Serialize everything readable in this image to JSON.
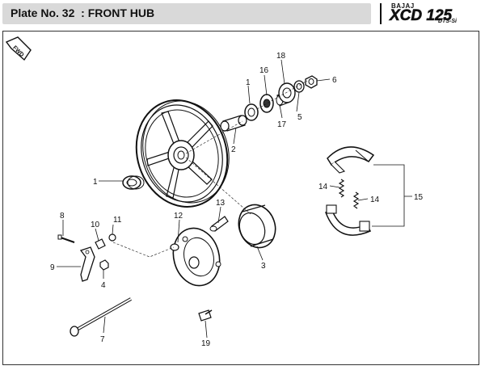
{
  "header": {
    "plate_title": "Plate No. 32  : FRONT HUB",
    "brand_maker": "BAJAJ",
    "brand_model": "XCD 125",
    "brand_sub": "DTS-Si"
  },
  "fwd_badge": "FWD",
  "callouts": {
    "c1a": "1",
    "c1b": "1",
    "c2": "2",
    "c3": "3",
    "c4": "4",
    "c5": "5",
    "c6": "6",
    "c7": "7",
    "c8": "8",
    "c9": "9",
    "c10": "10",
    "c11": "11",
    "c12": "12",
    "c13": "13",
    "c14a": "14",
    "c14b": "14",
    "c15": "15",
    "c16": "16",
    "c17": "17",
    "c18": "18",
    "c19": "19"
  }
}
